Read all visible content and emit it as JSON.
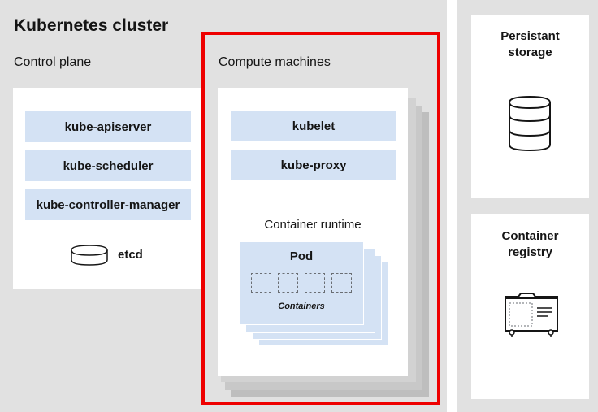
{
  "cluster": {
    "title": "Kubernetes cluster",
    "control_plane": {
      "label": "Control plane",
      "components": [
        "kube-apiserver",
        "kube-scheduler",
        "kube-controller-manager"
      ],
      "etcd_label": "etcd"
    },
    "compute": {
      "label": "Compute machines",
      "components": [
        "kubelet",
        "kube-proxy"
      ],
      "runtime_label": "Container runtime",
      "pod_label": "Pod",
      "containers_label": "Containers"
    }
  },
  "side": {
    "storage_label": "Persistant storage",
    "registry_label": "Container registry"
  },
  "colors": {
    "highlight": "#ee0000",
    "component_fill": "#d4e2f4",
    "background": "#e1e1e1"
  }
}
